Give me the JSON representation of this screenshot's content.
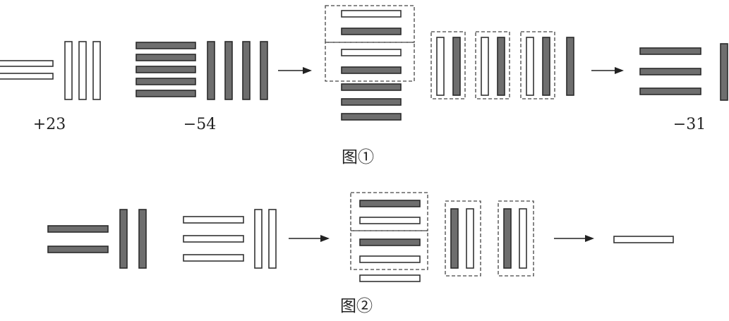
{
  "figure1": {
    "caption": "图①",
    "number_plus": "+23",
    "number_minus": "−54",
    "number_result": "−31"
  },
  "figure2": {
    "caption": "图②"
  },
  "colors": {
    "positive_rod": "#ffffff",
    "negative_rod": "#6e6e6e",
    "stroke": "#333333"
  }
}
